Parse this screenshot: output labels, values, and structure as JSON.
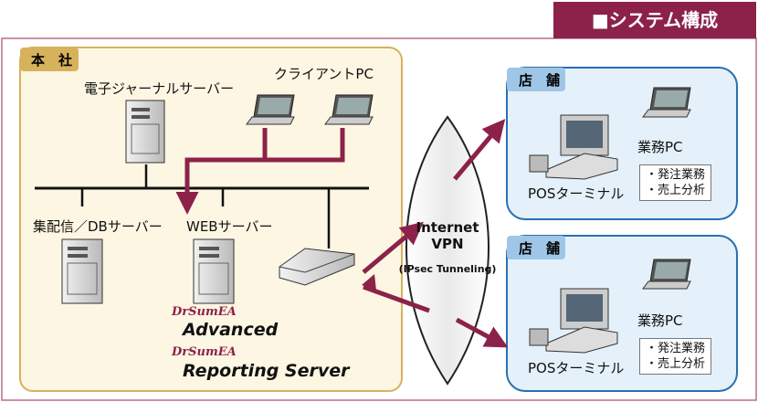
{
  "title": "■システム構成",
  "hq": {
    "label": "本　社",
    "journal_server": "電子ジャーナルサーバー",
    "client_pc": "クライアントPC",
    "db_server": "集配信／DBサーバー",
    "web_server": "WEBサーバー",
    "product1_top": "DrSumEA",
    "product1_main": "Advanced",
    "product2_top": "DrSumEA",
    "product2_main": "Reporting Server"
  },
  "network": {
    "line1": "Internet",
    "line2": "VPN",
    "line3": "(IPsec Tunneling)"
  },
  "stores": [
    {
      "label": "店　舗",
      "pc": "業務PC",
      "pos": "POSターミナル",
      "tasks": [
        "・発注業務",
        "・売上分析"
      ]
    },
    {
      "label": "店　舗",
      "pc": "業務PC",
      "pos": "POSターミナル",
      "tasks": [
        "・発注業務",
        "・売上分析"
      ]
    }
  ],
  "colors": {
    "accent": "#8c2249",
    "hq_bg": "#fdf6e3",
    "store_bg": "#e4f1fa",
    "store_border": "#2a6fb0"
  }
}
